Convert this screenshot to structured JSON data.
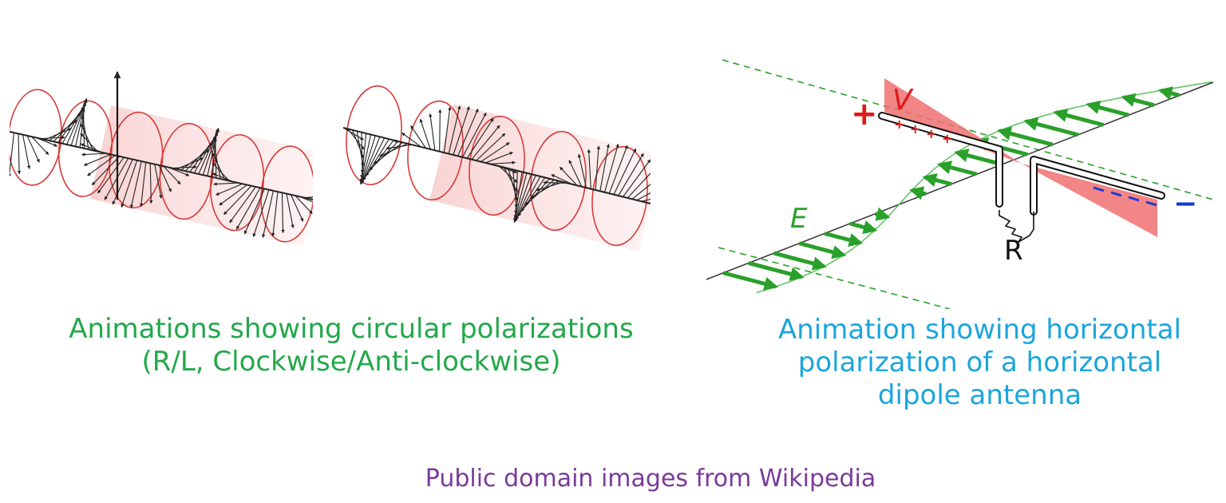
{
  "colors": {
    "circ_caption": "#22a84a",
    "dipole_caption": "#1ba5dc",
    "credit": "#7a3a9a",
    "e_field": "#2aa02a",
    "voltage": "#f07070",
    "positive": "#e01a1a",
    "negative": "#1a3ad0"
  },
  "icons": {
    "circular_polarization": "helix-arrow-diagram",
    "dipole": "dipole-antenna-diagram"
  },
  "dipole_labels": {
    "voltage": "V",
    "plus": "+",
    "minus": "−",
    "field": "E",
    "resistor": "R"
  },
  "captions": {
    "circular_line1": "Animations showing circular polarizations",
    "circular_line2": "(R/L, Clockwise/Anti-clockwise)",
    "dipole_line1": "Animation showing horizontal",
    "dipole_line2": "polarization of a horizontal",
    "dipole_line3": "dipole antenna",
    "credit": "Public domain images from Wikipedia"
  }
}
